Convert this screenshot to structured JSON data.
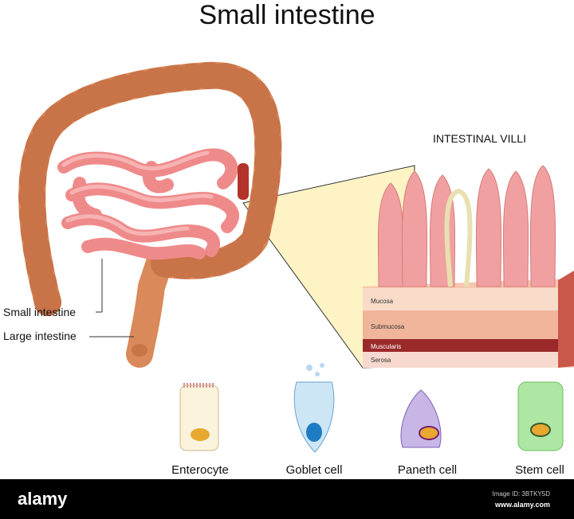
{
  "title": "Small intestine",
  "villi_title": "INTESTINAL VILLI",
  "organ_labels": {
    "small": "Small intestine",
    "large": "Large intestine"
  },
  "layers": {
    "mucosa": "Mucosa",
    "submucosa": "Submucosa",
    "muscularis": "Muscularis",
    "serosa": "Serosa"
  },
  "cells": [
    {
      "label": "Enterocyte"
    },
    {
      "label": "Goblet cell"
    },
    {
      "label": "Paneth cell"
    },
    {
      "label": "Stem cell"
    }
  ],
  "footer": {
    "brand": "alamy",
    "image_id": "Image ID: 3BTKY5D",
    "site": "www.alamy.com"
  },
  "colors": {
    "colon": "#d9895a",
    "small_intestine": "#ef8a8a",
    "villi": "#f0a0a0",
    "zoom_fill": "#fdf3c4"
  }
}
